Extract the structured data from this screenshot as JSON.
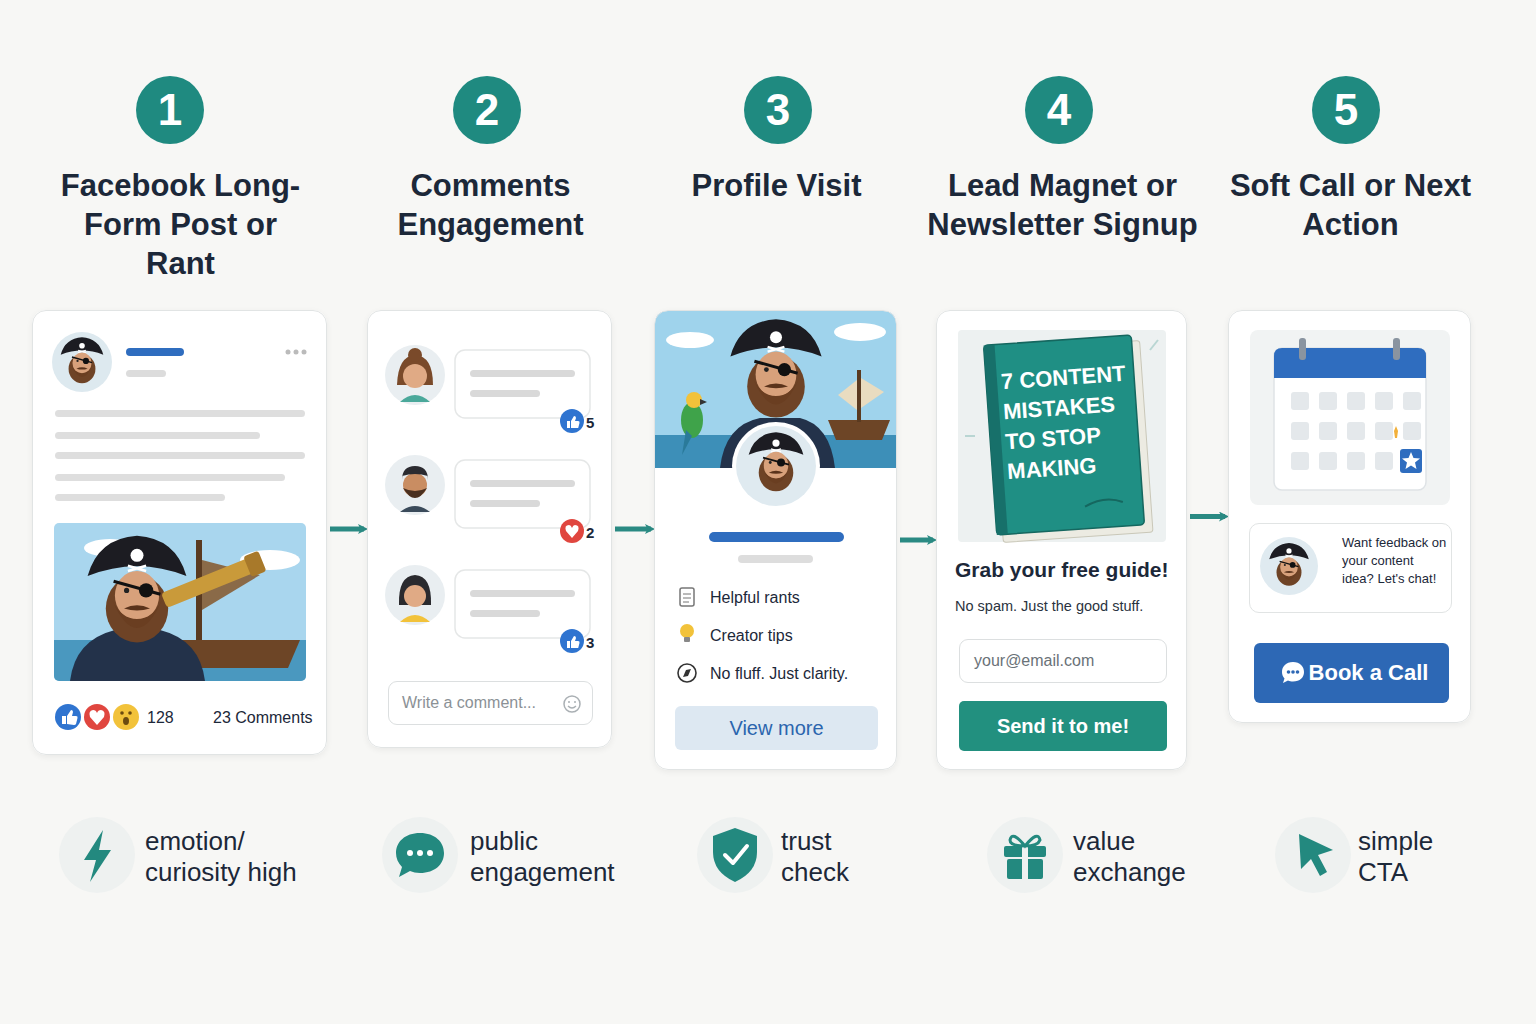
{
  "diagram": {
    "nodes": [
      {
        "text": [
          "1"
        ]
      },
      {
        "text": [
          "Facebook Long-Form Post or Rant",
          "128",
          "23 Comments"
        ]
      },
      {
        "text": [
          "2"
        ]
      },
      {
        "text": [
          "Comments Engagement",
          "5",
          "2",
          "3"
        ]
      },
      {
        "text": [
          "Write a comment..."
        ],
        "in": 3
      },
      {
        "text": [
          "3"
        ]
      },
      {
        "text": [
          "Profile Visit",
          "Helpful rants",
          "Creator tips",
          "No fluff. Just clarity."
        ]
      },
      {
        "text": [
          "View more"
        ],
        "in": 6
      },
      {
        "text": [
          "4"
        ]
      },
      {
        "text": [
          "Lead Magnet or Newsletter Signup",
          "Grab your free guide!",
          "No spam. Just the good stuff."
        ]
      },
      {
        "text": [
          "7 CONTENT MISTAKES TO STOP MAKING"
        ],
        "in": 9
      },
      {
        "text": [
          "your@email.com"
        ],
        "in": 9
      },
      {
        "text": [
          "Send it to me!"
        ],
        "in": 9
      },
      {
        "text": [
          "5"
        ]
      },
      {
        "text": [
          "Soft Call or Next Action"
        ]
      },
      {
        "text": [
          "Want feedback on your content idea? Let's chat!"
        ],
        "in": 14
      },
      {
        "text": [
          "Book a Call"
        ],
        "in": 14
      }
    ],
    "edges": [
      {
        "from": 1,
        "to": 3,
        "arrow": "to"
      },
      {
        "from": 3,
        "to": 6,
        "arrow": "to"
      },
      {
        "from": 6,
        "to": 9,
        "arrow": "to"
      },
      {
        "from": 9,
        "to": 14,
        "arrow": "to"
      }
    ],
    "labels": [
      "emotion/ curiosity high",
      "public engagement",
      "trust check",
      "value exchange",
      "simple CTA"
    ]
  }
}
